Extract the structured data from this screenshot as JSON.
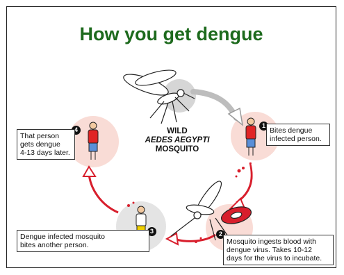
{
  "title": "How you get dengue",
  "center": {
    "line1": "WILD",
    "line2": "AEDES AEGYPTI",
    "line3": "MOSQUITO"
  },
  "steps": [
    {
      "number": "1",
      "lines": [
        "Bites dengue",
        "infected person."
      ]
    },
    {
      "number": "2",
      "lines": [
        "Mosquito ingests blood with",
        "dengue virus. Takes 10-12",
        "days for the virus to incubate."
      ]
    },
    {
      "number": "3",
      "lines": [
        "Dengue infected mosquito",
        "bites another person."
      ]
    },
    {
      "number": "4",
      "lines": [
        "That person",
        "gets dengue",
        "4-13 days later."
      ]
    }
  ],
  "colors": {
    "title": "#1d6a1d",
    "arrow_red": "#d81e2c",
    "arrow_gray": "#bdbdbd",
    "circle_pink": "#f9dcd6",
    "circle_gray": "#e4e4e4"
  }
}
